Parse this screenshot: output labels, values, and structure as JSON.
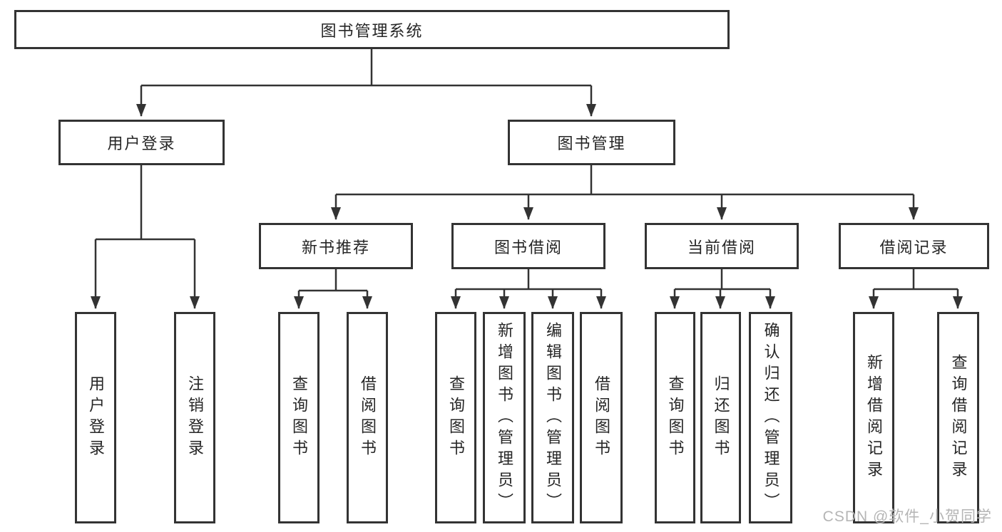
{
  "diagram": {
    "type": "hierarchy-tree",
    "title": "图书管理系统",
    "colors": {
      "line": "#333333",
      "box_border": "#333333",
      "text": "#262626",
      "watermark": "#b5b5b5",
      "background": "#ffffff"
    },
    "root": {
      "label": "图书管理系统"
    },
    "level1": [
      {
        "label": "用户登录"
      },
      {
        "label": "图书管理"
      }
    ],
    "level2": [
      {
        "label": "新书推荐",
        "parent": "图书管理"
      },
      {
        "label": "图书借阅",
        "parent": "图书管理"
      },
      {
        "label": "当前借阅",
        "parent": "图书管理"
      },
      {
        "label": "借阅记录",
        "parent": "图书管理"
      }
    ],
    "leaves": [
      {
        "label": "用户登录",
        "parent": "用户登录"
      },
      {
        "label": "注销登录",
        "parent": "用户登录"
      },
      {
        "label": "查询图书",
        "parent": "新书推荐"
      },
      {
        "label": "借阅图书",
        "parent": "新书推荐"
      },
      {
        "label": "查询图书",
        "parent": "图书借阅"
      },
      {
        "label": "新增图书（管理员）",
        "parent": "图书借阅"
      },
      {
        "label": "编辑图书（管理员）",
        "parent": "图书借阅"
      },
      {
        "label": "借阅图书",
        "parent": "图书借阅"
      },
      {
        "label": "查询图书",
        "parent": "当前借阅"
      },
      {
        "label": "归还图书",
        "parent": "当前借阅"
      },
      {
        "label": "确认归还（管理员）",
        "parent": "当前借阅"
      },
      {
        "label": "新增借阅记录",
        "parent": "借阅记录"
      },
      {
        "label": "查询借阅记录",
        "parent": "借阅记录"
      }
    ],
    "watermark": "CSDN @软件_小贺同学"
  }
}
